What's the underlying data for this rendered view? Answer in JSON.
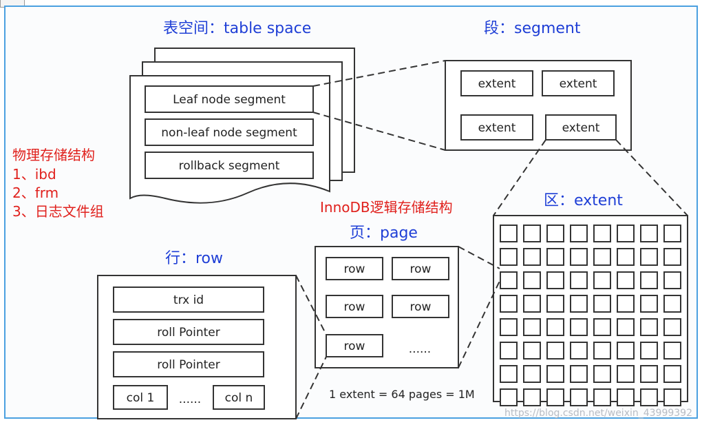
{
  "titles": {
    "tablespace": "表空间：table space",
    "segment": "段：segment",
    "extent": "区：extent",
    "page": "页：page",
    "row": "行：row",
    "logical": "InnoDB逻辑存储结构"
  },
  "physical": {
    "heading": "物理存储结构",
    "items": [
      "1、ibd",
      "2、frm",
      "3、日志文件组"
    ]
  },
  "tablespace_segments": [
    "Leaf node segment",
    "non-leaf node segment",
    "rollback segment"
  ],
  "segment_extents": [
    "extent",
    "extent",
    "extent",
    "extent"
  ],
  "page_rows": [
    "row",
    "row",
    "row",
    "row",
    "row"
  ],
  "page_more": "......",
  "row_fields": [
    "trx id",
    "roll Pointer",
    "roll Pointer"
  ],
  "row_cols": [
    "col 1",
    "......",
    "col n"
  ],
  "note": "1 extent = 64 pages = 1M",
  "watermark": "https://blog.csdn.net/weixin_43999392"
}
